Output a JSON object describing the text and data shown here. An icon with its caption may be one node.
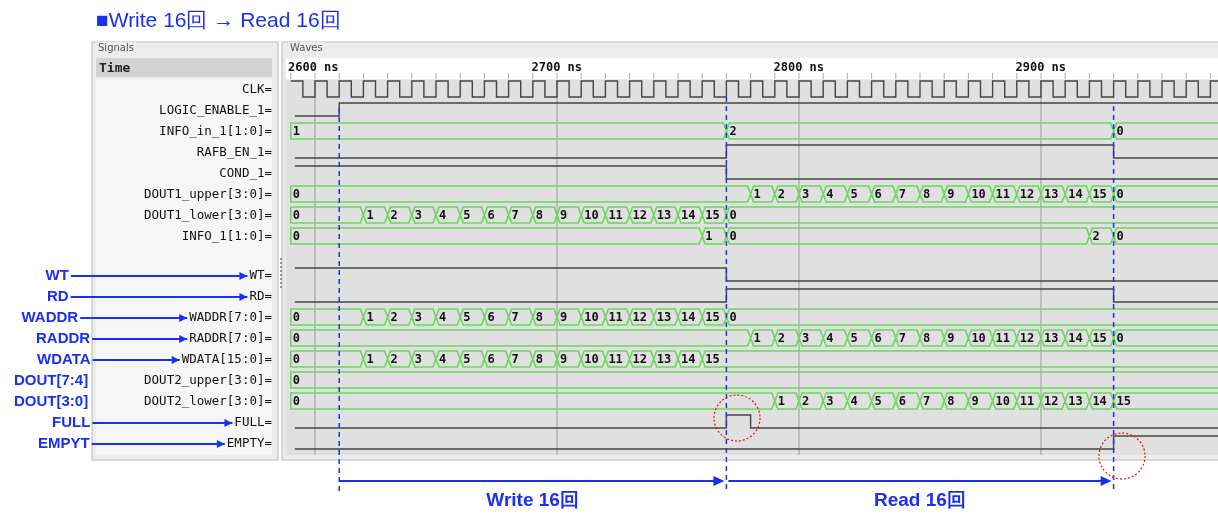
{
  "diagram": {
    "title": "■Write 16回 → Read 16回",
    "nodes": [
      {
        "text": [
          "WT"
        ]
      },
      {
        "text": [
          "WT="
        ]
      },
      {
        "text": [
          "RD"
        ]
      },
      {
        "text": [
          "RD="
        ]
      },
      {
        "text": [
          "WADDR"
        ]
      },
      {
        "text": [
          "WADDR[7:0]="
        ]
      },
      {
        "text": [
          "RADDR"
        ]
      },
      {
        "text": [
          "RADDR[7:0]="
        ]
      },
      {
        "text": [
          "WDATA"
        ]
      },
      {
        "text": [
          "WDATA[15:0]="
        ]
      },
      {
        "text": [
          "FULL"
        ]
      },
      {
        "text": [
          "FULL="
        ]
      },
      {
        "text": [
          "EMPYT"
        ]
      },
      {
        "text": [
          "EMPTY="
        ]
      }
    ],
    "edges": [
      {
        "from": 0,
        "to": 1,
        "arrow": "to"
      },
      {
        "from": 2,
        "to": 3,
        "arrow": "to"
      },
      {
        "from": 4,
        "to": 5,
        "arrow": "to"
      },
      {
        "from": 6,
        "to": 7,
        "arrow": "to"
      },
      {
        "from": 8,
        "to": 9,
        "arrow": "to"
      },
      {
        "from": 10,
        "to": 11,
        "arrow": "to"
      },
      {
        "from": 12,
        "to": 13,
        "arrow": "to"
      }
    ],
    "labels": [
      "Signals",
      "Waves",
      "Time",
      "2600 ns",
      "2700 ns",
      "2800 ns",
      "2900 ns",
      "CLK=",
      "LOGIC_ENABLE_1=",
      "INFO_in_1[1:0]=",
      "1",
      "2",
      "0",
      "RAFB_EN_1=",
      "COND_1=",
      "DOUT1_upper[3:0]=",
      "0",
      "1",
      "2",
      "3",
      "4",
      "5",
      "6",
      "7",
      "8",
      "9",
      "10",
      "11",
      "12",
      "13",
      "14",
      "15",
      "0",
      "DOUT1_lower[3:0]=",
      "0",
      "1",
      "2",
      "3",
      "4",
      "5",
      "6",
      "7",
      "8",
      "9",
      "10",
      "11",
      "12",
      "13",
      "14",
      "15",
      "0",
      "INFO_1[1:0]=",
      "0",
      "1",
      "0",
      "2",
      "0",
      "0",
      "1",
      "2",
      "3",
      "4",
      "5",
      "6",
      "7",
      "8",
      "9",
      "10",
      "11",
      "12",
      "13",
      "14",
      "15",
      "0",
      "0",
      "1",
      "2",
      "3",
      "4",
      "5",
      "6",
      "7",
      "8",
      "9",
      "10",
      "11",
      "12",
      "13",
      "14",
      "15",
      "0",
      "0",
      "1",
      "2",
      "3",
      "4",
      "5",
      "6",
      "7",
      "8",
      "9",
      "10",
      "11",
      "12",
      "13",
      "14",
      "15",
      "DOUT[7:4]",
      "DOUT2_upper[3:0]=",
      "0",
      "DOUT[3:0]",
      "DOUT2_lower[3:0]=",
      "0",
      "1",
      "2",
      "3",
      "4",
      "5",
      "6",
      "7",
      "8",
      "9",
      "10",
      "11",
      "12",
      "13",
      "14",
      "15",
      "Write 16回",
      "Read 16回"
    ]
  }
}
